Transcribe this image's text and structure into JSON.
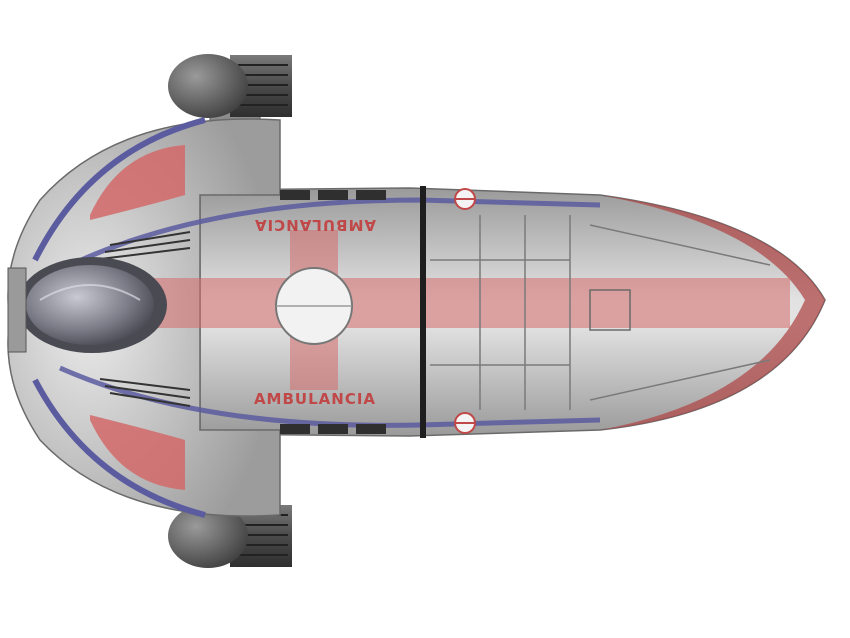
{
  "image": {
    "background": "#ffffff",
    "subject": "shuttle-top-view"
  },
  "markings": {
    "label_top_mirrored": "AMBULANCIA",
    "label_bottom": "AMBULANCIA"
  },
  "colors": {
    "hull": "#b9b9b9",
    "hull_dark": "#8a8a8a",
    "hull_light": "#e6e6e6",
    "trim": "#5b5ba0",
    "cross_red": "#d56a6a",
    "text_red": "#c04848",
    "engine": "#555555",
    "canopy": "#6e6e78"
  }
}
